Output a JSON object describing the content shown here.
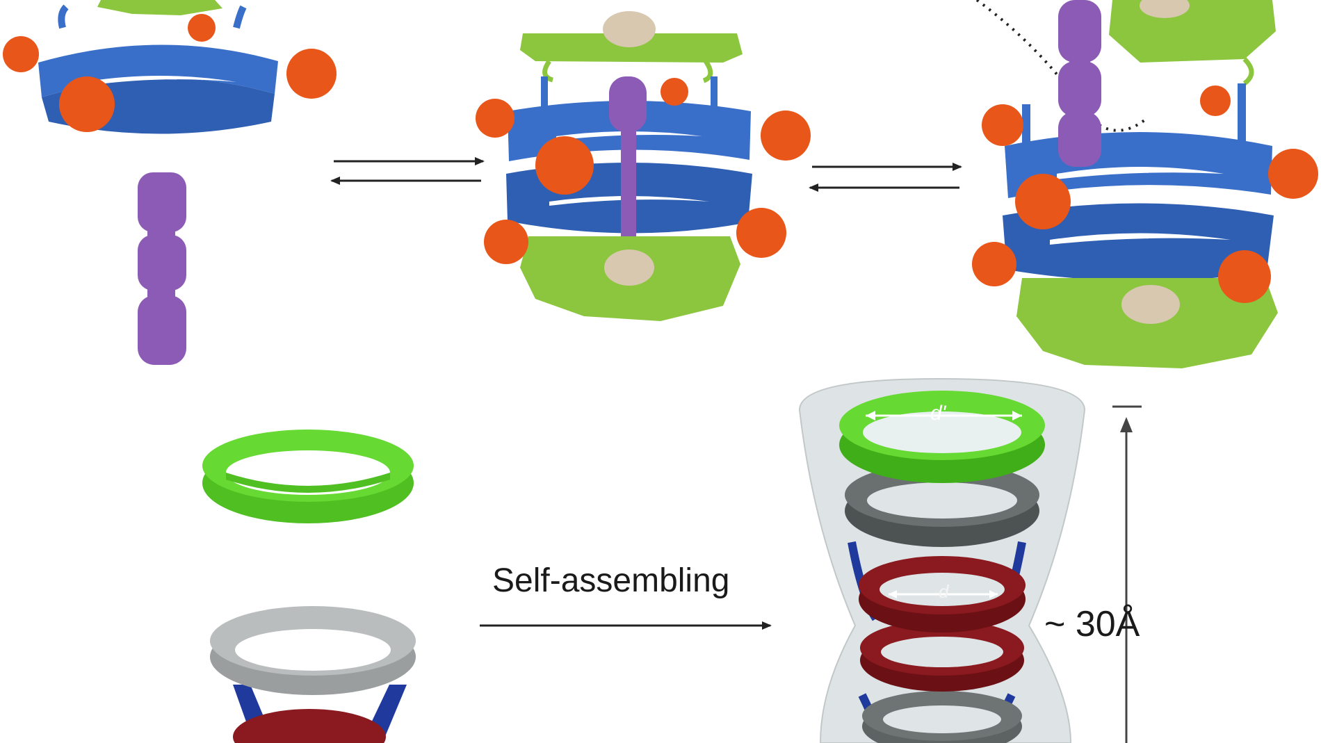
{
  "labels": {
    "self_assembling": "Self-assembling",
    "height": "~ 30Å",
    "d_prime": "d'",
    "d": "d"
  },
  "colors": {
    "band_blue": "#3a6fc9",
    "knob_orange": "#e8561a",
    "plate_green": "#8cc63f",
    "guest_purple": "#8b5bb5",
    "ball_tan": "#d8c8b0",
    "ring_green": "#5fd12c",
    "ring_gray": "#a9adad",
    "ring_darkgray": "#5d6263",
    "ring_red": "#8a1a1f",
    "linker_blue": "#1f3a9c",
    "shell_gray": "#c9d2d4"
  }
}
